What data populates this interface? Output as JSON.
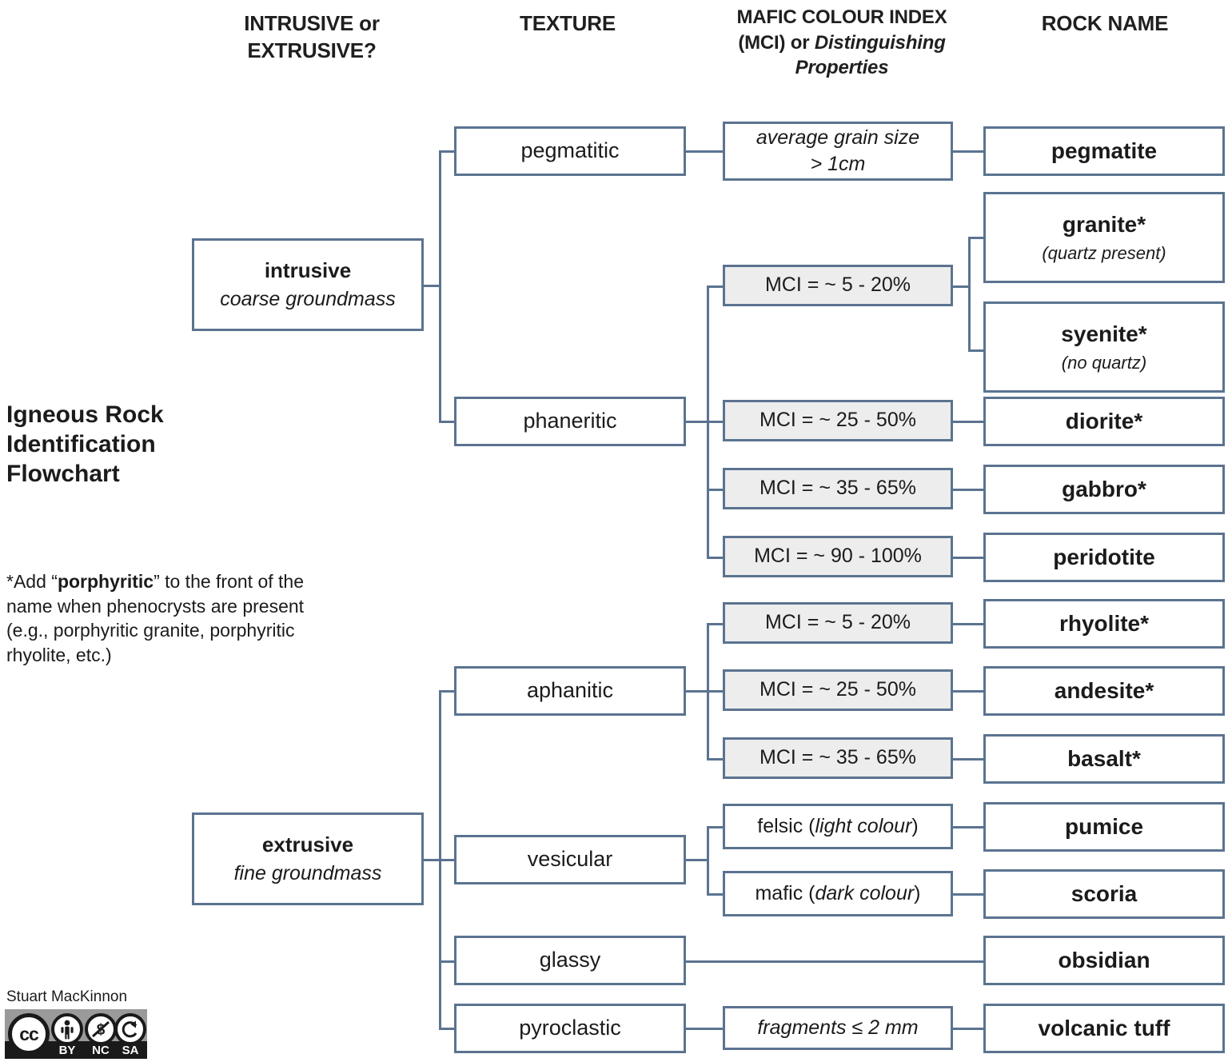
{
  "headers": {
    "col1_a": "INTRUSIVE",
    "col1_b": "or",
    "col1_c": "EXTRUSIVE?",
    "col2": "TEXTURE",
    "col3_a": "MAFIC COLOUR INDEX",
    "col3_b": "(MCI) or ",
    "col3_c": "Distinguishing Properties",
    "col4": "ROCK NAME"
  },
  "title": "Igneous Rock Identification Flowchart",
  "note": {
    "pre": "*Add “",
    "bold": "porphyritic",
    "post": "” to the front of the name when phenocrysts are present (e.g., porphyritic granite, porphyritic rhyolite, etc.)"
  },
  "roots": [
    {
      "name": "intrusive",
      "desc": "coarse groundmass"
    },
    {
      "name": "extrusive",
      "desc": "fine groundmass"
    }
  ],
  "textures": [
    "pegmatitic",
    "phaneritic",
    "aphanitic",
    "vesicular",
    "glassy",
    "pyroclastic"
  ],
  "criteria": [
    {
      "line1": "average grain size",
      "line2": "> 1cm",
      "shaded": false,
      "italic": true
    },
    {
      "line1": "MCI = ~ 5 - 20%",
      "shaded": true,
      "italic": false
    },
    {
      "line1": "MCI = ~ 25 - 50%",
      "shaded": true,
      "italic": false
    },
    {
      "line1": "MCI = ~ 35 - 65%",
      "shaded": true,
      "italic": false
    },
    {
      "line1": "MCI = ~ 90 - 100%",
      "shaded": true,
      "italic": false
    },
    {
      "line1": "MCI = ~ 5 - 20%",
      "shaded": true,
      "italic": false
    },
    {
      "line1": "MCI = ~ 25 - 50%",
      "shaded": true,
      "italic": false
    },
    {
      "line1": "MCI = ~ 35 - 65%",
      "shaded": true,
      "italic": false
    },
    {
      "line1": "felsic (light colour)",
      "shaded": false,
      "italic": false
    },
    {
      "line1": "mafic (dark colour)",
      "shaded": false,
      "italic": false
    },
    {
      "line1": "fragments ≤ 2 mm",
      "shaded": false,
      "italic": true
    }
  ],
  "rocks": [
    {
      "name": "pegmatite",
      "sub": ""
    },
    {
      "name": "granite*",
      "sub": "(quartz present)"
    },
    {
      "name": "syenite*",
      "sub": "(no quartz)"
    },
    {
      "name": "diorite*",
      "sub": ""
    },
    {
      "name": "gabbro*",
      "sub": ""
    },
    {
      "name": "peridotite",
      "sub": ""
    },
    {
      "name": "rhyolite*",
      "sub": ""
    },
    {
      "name": "andesite*",
      "sub": ""
    },
    {
      "name": "basalt*",
      "sub": ""
    },
    {
      "name": "pumice",
      "sub": ""
    },
    {
      "name": "scoria",
      "sub": ""
    },
    {
      "name": "obsidian",
      "sub": ""
    },
    {
      "name": "volcanic tuff",
      "sub": ""
    }
  ],
  "credit": {
    "author": "Stuart MacKinnon",
    "license_cc": "cc",
    "license_by": "BY",
    "license_nc": "NC",
    "license_sa": "SA"
  },
  "colors": {
    "border": "#5b7390",
    "shade": "#ededed",
    "text": "#1c1b1b"
  }
}
